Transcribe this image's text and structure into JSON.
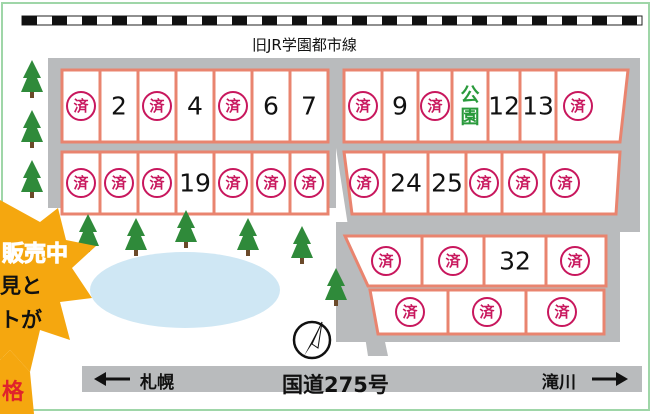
{
  "rail_label": "旧JR学園都市線",
  "road_label": "国道275号",
  "left_direction": "札幌",
  "right_direction": "滝川",
  "park_label": [
    "公",
    "園"
  ],
  "sold_mark": "済",
  "banner_lines": [
    "販売中",
    "見と",
    "トが",
    "格"
  ],
  "lots": {
    "row1_left": [
      "済",
      "2",
      "済",
      "4",
      "済",
      "6",
      "7"
    ],
    "row1_right": [
      "済",
      "9",
      "済",
      "公園",
      "12",
      "13",
      "済"
    ],
    "row2_left": [
      "済",
      "済",
      "済",
      "19",
      "済",
      "済",
      "済"
    ],
    "row2_right": [
      "済",
      "24",
      "25",
      "済",
      "済",
      "済"
    ],
    "row3": [
      "済",
      "済",
      "32",
      "済"
    ],
    "row4": [
      "済",
      "済",
      "済"
    ]
  },
  "colors": {
    "lot_border": "#e9846f",
    "road": "#b9bbbd",
    "sold_mark": "#c8175d",
    "park_text": "#2a9a3c",
    "pond": "#cfe7f4",
    "tree": "#2f8a3a",
    "banner_fill": "#f5a70f",
    "banner_red": "#e0232b",
    "frame": "#9fd6a8"
  }
}
